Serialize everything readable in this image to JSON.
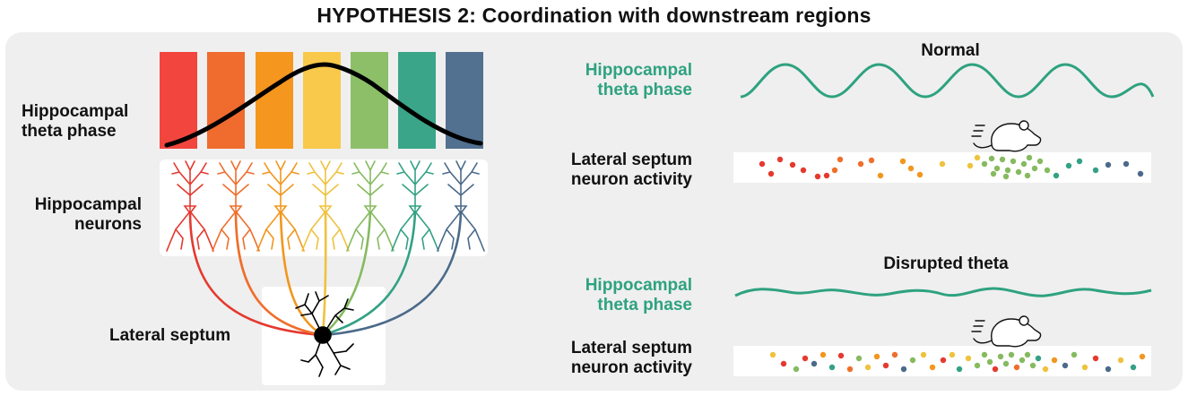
{
  "title": "HYPOTHESIS 2: Coordination with downstream regions",
  "left": {
    "theta_label_1": "Hippocampal",
    "theta_label_2": "theta phase",
    "neurons_label_1": "Hippocampal",
    "neurons_label_2": "neurons",
    "septum_label": "Lateral septum"
  },
  "right": {
    "normal": {
      "heading": "Normal",
      "theta_label_1": "Hippocampal",
      "theta_label_2": "theta phase",
      "activity_label_1": "Lateral septum",
      "activity_label_2": "neuron activity"
    },
    "disrupted": {
      "heading": "Disrupted theta",
      "theta_label_1": "Hippocampal",
      "theta_label_2": "theta phase",
      "activity_label_1": "Lateral septum",
      "activity_label_2": "neuron activity"
    }
  },
  "colors": {
    "phase_bins": [
      "#f2453d",
      "#f06b2e",
      "#f5961e",
      "#f8c94a",
      "#8dbf69",
      "#3aa588",
      "#52708f"
    ],
    "theta_green": "#2ea27f",
    "background_panel": "#efefef"
  },
  "icons": [
    "mouse-icon-normal",
    "mouse-icon-disrupted",
    "septal-neuron-icon"
  ]
}
